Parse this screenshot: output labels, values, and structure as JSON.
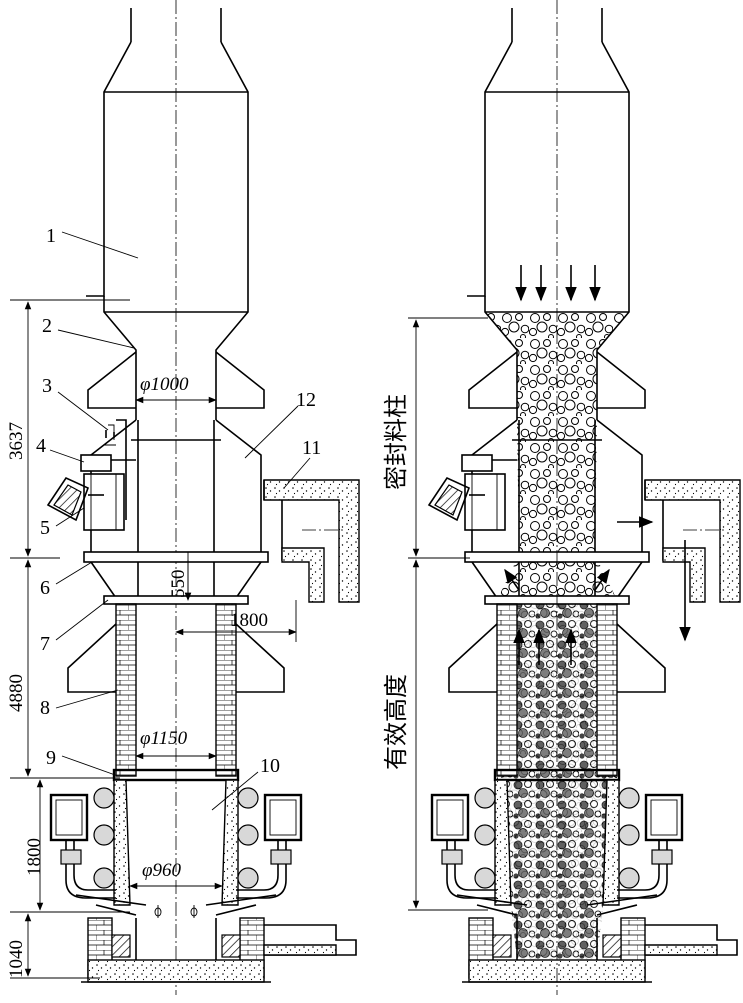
{
  "part_numbers": [
    "1",
    "2",
    "3",
    "4",
    "5",
    "6",
    "7",
    "8",
    "9",
    "10",
    "11",
    "12"
  ],
  "dimensions": {
    "top_diameter": "φ1000",
    "middle_diameter": "φ1150",
    "bottom_diameter": "φ960",
    "inner_gap": "550",
    "side_width": "1800",
    "seal_height": "3637",
    "effective_height": "4880",
    "lower_height": "1800",
    "base_height": "1040"
  },
  "annotations": {
    "seal_column": "密封料柱",
    "effective_height": "有效高度"
  }
}
